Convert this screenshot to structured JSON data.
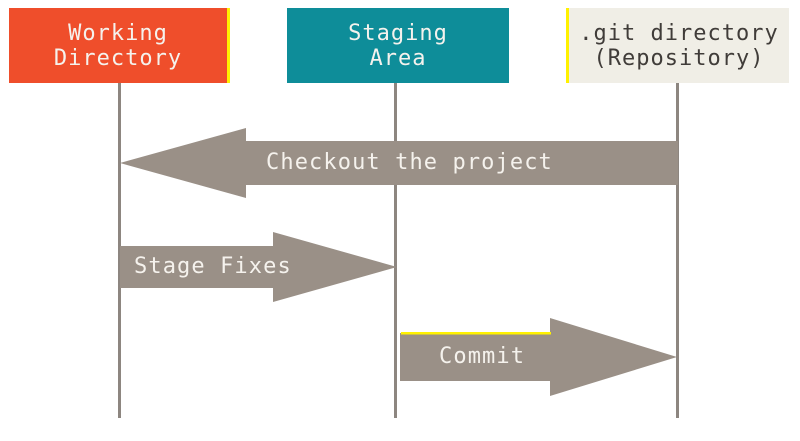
{
  "diagram": {
    "columns": [
      {
        "title_line1": "Working",
        "title_line2": "Directory",
        "fill": "#EF4E2B",
        "text_color": "#F5F2ED"
      },
      {
        "title_line1": "Staging",
        "title_line2": "Area",
        "fill": "#0E8D99",
        "text_color": "#F5F2ED"
      },
      {
        "title_line1": ".git directory",
        "title_line2": "(Repository)",
        "fill": "#F0EEE6",
        "text_color": "#403C39"
      }
    ],
    "arrows": [
      {
        "label": "Checkout the project",
        "direction": "left"
      },
      {
        "label": "Stage Fixes",
        "direction": "right"
      },
      {
        "label": "Commit",
        "direction": "right"
      }
    ],
    "colors": {
      "arrow_fill": "#9A9087",
      "arrow_text": "#F5F2ED",
      "lifeline": "#8D8680",
      "accent_yellow": "#FFF100",
      "background": "#FFFFFF"
    }
  }
}
